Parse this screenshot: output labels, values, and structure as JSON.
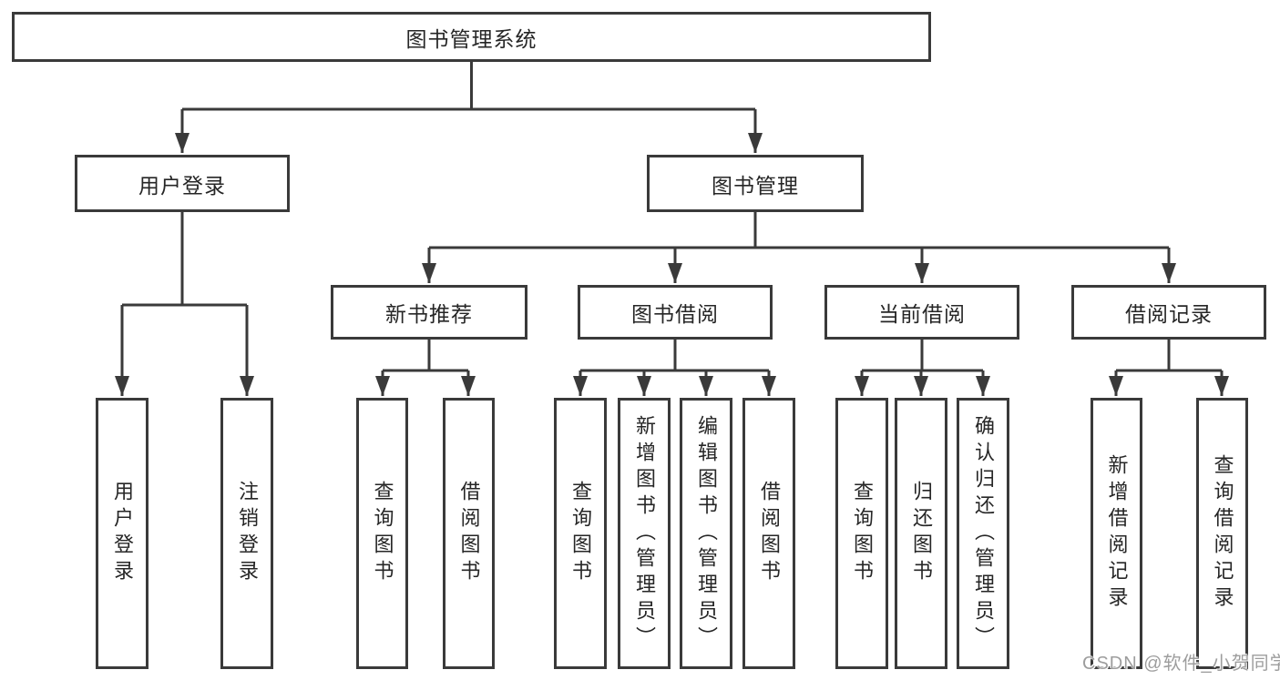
{
  "colors": {
    "line": "#3a3a3a",
    "text": "#262626",
    "background": "#ffffff",
    "watermark": "#9d9d9d"
  },
  "watermark": {
    "text": "CSDN @软件_小贺同学"
  },
  "tree": {
    "root": {
      "label": "图书管理系统",
      "children": [
        {
          "label": "用户登录",
          "children": [
            {
              "label": "用户登录"
            },
            {
              "label": "注销登录"
            }
          ]
        },
        {
          "label": "图书管理",
          "children": [
            {
              "label": "新书推荐",
              "children": [
                {
                  "label": "查询图书"
                },
                {
                  "label": "借阅图书"
                }
              ]
            },
            {
              "label": "图书借阅",
              "children": [
                {
                  "label": "查询图书"
                },
                {
                  "label": "新增图书（管理员）"
                },
                {
                  "label": "编辑图书（管理员）"
                },
                {
                  "label": "借阅图书"
                }
              ]
            },
            {
              "label": "当前借阅",
              "children": [
                {
                  "label": "查询图书"
                },
                {
                  "label": "归还图书"
                },
                {
                  "label": "确认归还（管理员）"
                }
              ]
            },
            {
              "label": "借阅记录",
              "children": [
                {
                  "label": "新增借阅记录"
                },
                {
                  "label": "查询借阅记录"
                }
              ]
            }
          ]
        }
      ]
    }
  }
}
